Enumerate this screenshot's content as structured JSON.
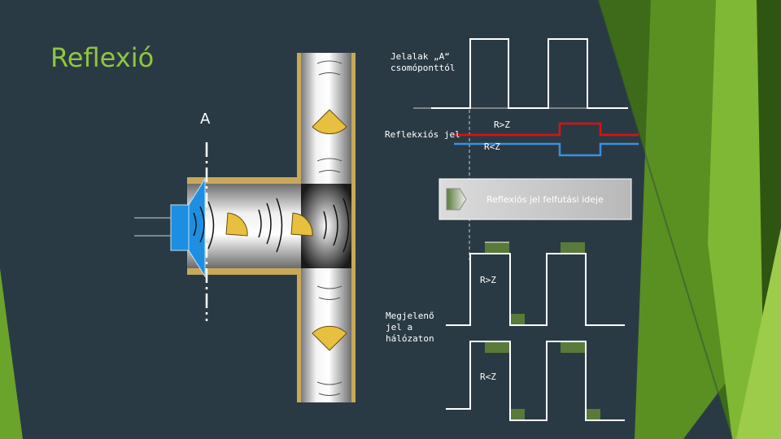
{
  "slide": {
    "title": "Reflexió",
    "node_label": "A"
  },
  "labels": {
    "signals_from_a": "Jelalak „A“\ncsomóponttól",
    "reflection_signal": "Reflekxiós jel",
    "r_gt_z_top": "R>Z",
    "r_lt_z_top": "R<Z",
    "reflection_time": "Reflexiós jel felfutási ideje",
    "r_gt_z_bottom": "R>Z",
    "appearing_signal": "Megjelenő\njel a\nhálózaton",
    "r_lt_z_bottom": "R<Z"
  },
  "colors": {
    "background": "#2a3a45",
    "accent_green": "#8fc73e",
    "dark_green": "#4a7a1e",
    "red_signal": "#e01010",
    "blue_signal": "#3a8fe0",
    "speaker_blue": "#1e8fe0",
    "wave_gold": "#e8c040",
    "highlight_green": "#5a7a3a"
  }
}
